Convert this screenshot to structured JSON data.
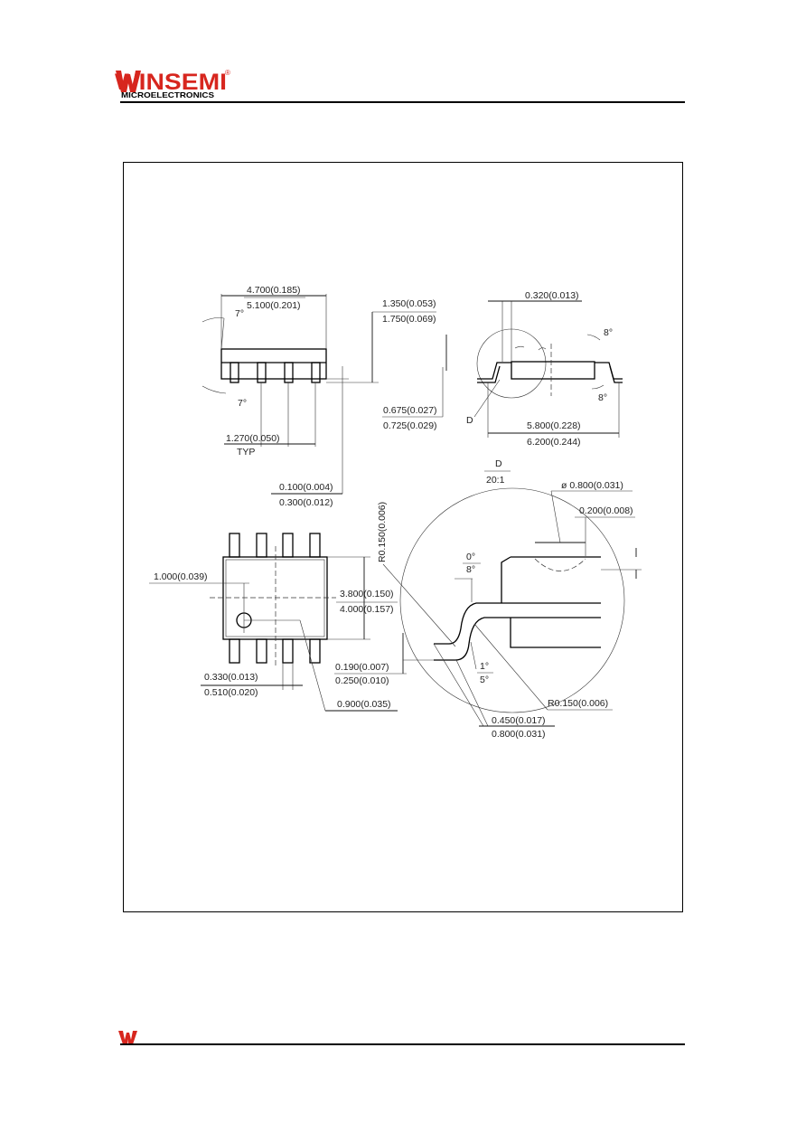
{
  "header": {
    "brand": "WINSEMI",
    "brand_sub": "MICROELECTRONICS",
    "registered_mark": "®",
    "brand_color": "#d7261e"
  },
  "side_view": {
    "body_length": "4.700(0.185)",
    "body_length_max": "5.100(0.201)",
    "angle_top": "7°",
    "angle_bottom": "7°",
    "pitch": "1.270(0.050)",
    "pitch_note": "TYP",
    "standoff_min": "0.100(0.004)",
    "standoff_max": "0.300(0.012)"
  },
  "height_dims": {
    "height_min": "1.350(0.053)",
    "height_max": "1.750(0.069)",
    "lead_height_min": "0.675(0.027)",
    "lead_height_max": "0.725(0.029)"
  },
  "end_view": {
    "lead_width": "0.320(0.013)",
    "angle_top": "8°",
    "angle_bottom": "8°",
    "detail_label": "D",
    "overall_width_min": "5.800(0.228)",
    "overall_width_max": "6.200(0.244)"
  },
  "top_view": {
    "pin1_offset": "1.000(0.039)",
    "body_width_min": "3.800(0.150)",
    "body_width_max": "4.000(0.157)",
    "lead_width_min": "0.330(0.013)",
    "lead_width_max": "0.510(0.020)",
    "pin1_dot_dia": "0.900(0.035)"
  },
  "detail_d": {
    "title": "D",
    "scale": "20:1",
    "radius_top": "R0.150(0.006)",
    "radius_bottom": "R0.150(0.006)",
    "diameter": "ø 0.800(0.031)",
    "offset": "0.200(0.008)",
    "angle_0": "0°",
    "angle_8": "8°",
    "angle_1": "1°",
    "angle_5": "5°",
    "lead_thickness_min": "0.190(0.007)",
    "lead_thickness_max": "0.250(0.010)",
    "foot_length_min": "0.450(0.017)",
    "foot_length_max": "0.800(0.031)"
  }
}
